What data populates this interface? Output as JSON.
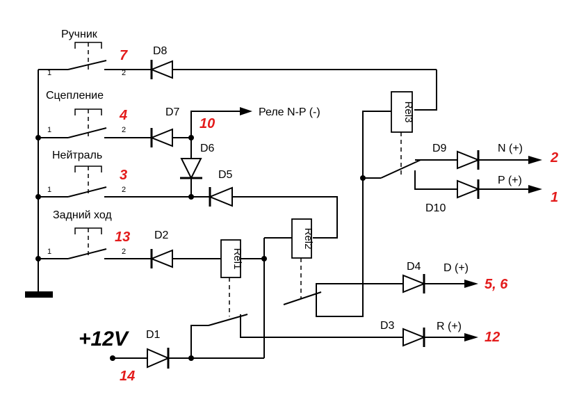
{
  "switches": {
    "handbrake": "Ручник",
    "clutch": "Сцепление",
    "neutral": "Нейтраль",
    "reverse": "Задний ход"
  },
  "pins": {
    "p1": "1",
    "p2": "2"
  },
  "terminals": {
    "t7": "7",
    "t4": "4",
    "t3": "3",
    "t13": "13",
    "t10": "10",
    "t2": "2",
    "t1": "1",
    "t56": "5, 6",
    "t12": "12",
    "t14": "14"
  },
  "diodes": {
    "d1": "D1",
    "d2": "D2",
    "d3": "D3",
    "d4": "D4",
    "d5": "D5",
    "d6": "D6",
    "d7": "D7",
    "d8": "D8",
    "d9": "D9",
    "d10": "D10"
  },
  "relays": {
    "rel1": "Rel1",
    "rel2": "Rel2",
    "rel3": "Rel3"
  },
  "outputs": {
    "relay_np": "Реле N-P (-)",
    "n": "N (+)",
    "p": "P (+)",
    "d": "D (+)",
    "r": "R (+)"
  },
  "supply": "+12V"
}
